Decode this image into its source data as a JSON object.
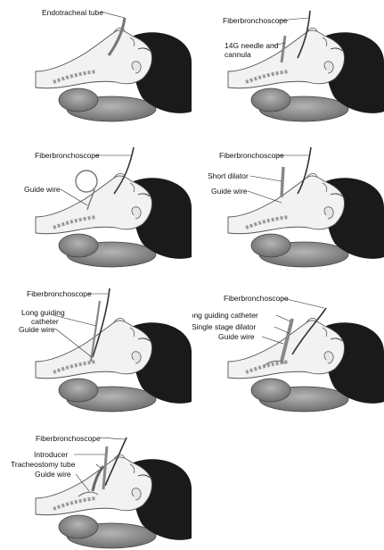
{
  "panels": [
    {
      "labels": [
        "Endotracheal tube"
      ]
    },
    {
      "labels": [
        "Fiberbronchoscope",
        "14G needle and",
        "cannula"
      ]
    },
    {
      "labels": [
        "Fiberbronchoscope",
        "Guide wire"
      ]
    },
    {
      "labels": [
        "Fiberbronchoscope",
        "Short dilator",
        "Guide wire"
      ]
    },
    {
      "labels": [
        "Fiberbronchoscope",
        "Long guiding",
        "catheter",
        "Guide wire"
      ]
    },
    {
      "labels": [
        "Fiberbronchoscope",
        "Long guiding catheter",
        "Single stage dilator",
        "Guide wire"
      ]
    },
    {
      "labels": [
        "Fiberbronchoscope",
        "Introducer",
        "Tracheostomy tube",
        "Guide wire"
      ]
    }
  ],
  "colors": {
    "hair": "#1a1a1a",
    "skin": "#f2f2f2",
    "outline": "#555555",
    "pillow": "#8c8c8c",
    "leader": "#222222"
  }
}
